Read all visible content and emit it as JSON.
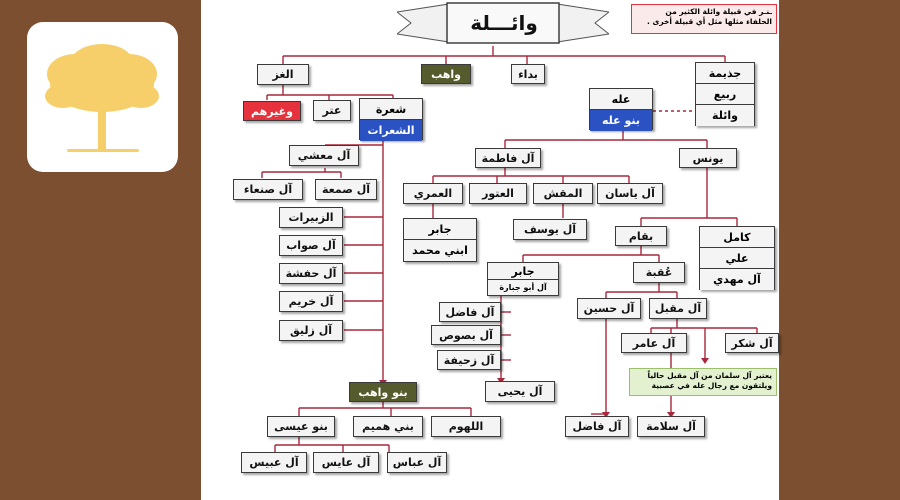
{
  "title": "وائـــلة",
  "note_top": "ـنـر في قبيلة وائلة الكثير من\nالحلفاء مثلها مثل أي قبيلة أخرى .",
  "note_bottom": "يعتبر آل سلمان من آل مقبل حالياً\nويلتقون مع رجال عله في عصبية",
  "nodes": {
    "ghazz": "الغز",
    "wahib": "واهب",
    "bidda": "بداء",
    "juthima_stack": [
      "جذيمة",
      "ربيع",
      "وائلة"
    ],
    "ila": "عله",
    "banu_ila": "بنو عله",
    "shaara": "شعرة",
    "shaarat": "الشعرات",
    "atar": "عتر",
    "ghayrihim": "وغيرهم",
    "al_mashi": "آل معشي",
    "al_samaa": "آل صمعة",
    "al_sanaa": "آل صنعاء",
    "zubayrat": "الزبيرات",
    "al_sawab": "آل صواب",
    "al_hafsha": "آل حفشة",
    "al_khuraym": "آل خريم",
    "al_zulayq": "آل زليق",
    "al_fatima": "آل فاطمة",
    "yunus": "يونس",
    "al_yasan": "آل ياسان",
    "al_muqsh": "المقش",
    "al_atur": "العتور",
    "al_umari": "العمري",
    "jabir_stack": [
      "جابر",
      "ابني محمد"
    ],
    "al_yusuf": "آل يوسف",
    "bqam": "بقام",
    "kamil_stack": [
      "كامل",
      "علي",
      "آل مهدي"
    ],
    "jabir2": "جابر",
    "al_abu_jabira": "آل أبو جبارة",
    "uqba": "عُقبة",
    "al_husayn": "آل حسين",
    "al_muqbil": "آل مقبل",
    "al_fadil": "آل فاضل",
    "al_basus": "آل بصوص",
    "al_zuhayfa": "آل زحيفة",
    "al_amir": "آل عامر",
    "al_shakr": "آل شكر",
    "al_yahya": "آل يحيى",
    "banu_wahib": "بنو واهب",
    "al_lahum": "اللهوم",
    "bani_humaym": "بني هميم",
    "banu_isa": "بنو عيسى",
    "al_abs": "آل عباس",
    "al_ayis": "آل عايس",
    "al_ubays": "آل عبيس",
    "al_fadil2": "آل فاضل",
    "al_salama": "آل سلامة"
  },
  "colors": {
    "link": "#a8283c",
    "olive": "#565b2e",
    "red": "#e6323c",
    "blue": "#2b52c2",
    "background": "#7b4f30",
    "logo_tree": "#f7cf6a"
  }
}
